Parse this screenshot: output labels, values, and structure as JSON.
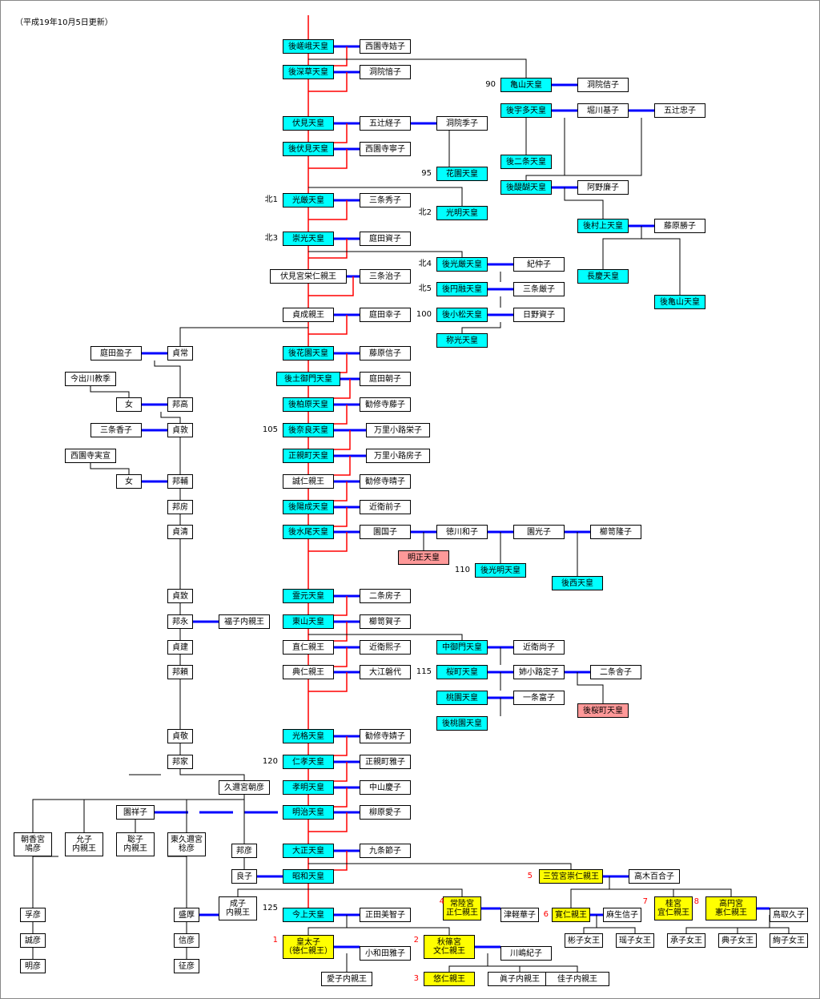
{
  "update_note": "（平成19年10月5日更新）",
  "colors": {
    "emperor_fill": "#00ffff",
    "living_royal_fill": "#ffff00",
    "north_court_fill": "#ff9999",
    "succession_line": "#ff0000",
    "marriage_line": "#0000ff",
    "kinship_line": "#000000",
    "order_number": "#ff0000"
  },
  "entries": {
    "gosaga": "後嵯峨天皇",
    "saionji_kitsushi": "西園寺姞子",
    "gofukakusa": "後深草天皇",
    "toin_inshi": "洞院愔子",
    "kameyama": "亀山天皇",
    "toin_nobuko": "洞院佶子",
    "gouda": "後宇多天皇",
    "horikawa_motoko": "堀川基子",
    "gotsuji_tadako": "五辻忠子",
    "fushimi": "伏見天皇",
    "gotsuji_tsuneko": "五辻経子",
    "toin_sueko": "洞院季子",
    "gofushimi": "後伏見天皇",
    "saionji_neiko": "西園寺寧子",
    "gonijo": "後二条天皇",
    "hanazono": "花園天皇",
    "godaigo": "後醍醐天皇",
    "ano_renshi": "阿野廉子",
    "kogon": "光厳天皇",
    "sanjo_hideko": "三条秀子",
    "komyo": "光明天皇",
    "gomurakami": "後村上天皇",
    "fujiwara_katsuko": "藤原勝子",
    "suko": "崇光天皇",
    "niwata_sukeko": "庭田資子",
    "gokogon": "後光厳天皇",
    "ki_nakako": "紀仲子",
    "chokei": "長慶天皇",
    "yoshihito": "伏見宮栄仁親王",
    "sanjo_haruko": "三条治子",
    "goenyu": "後円融天皇",
    "sanjo_itsuko": "三条厳子",
    "gokameyama": "後亀山天皇",
    "sadafusa": "貞成親王",
    "niwata_yukiko": "庭田幸子",
    "gokomatsu": "後小松天皇",
    "hino_sukeko": "日野資子",
    "shoko": "称光天皇",
    "niwata_eiko": "庭田盈子",
    "sadatsune": "貞常",
    "gohanazono": "後花園天皇",
    "fujiwara_nobuko": "藤原信子",
    "imadegawa_kazusue": "今出川教季",
    "gotsuchimikado": "後土御門天皇",
    "niwata_asako": "庭田朝子",
    "musume1": "女",
    "kunitaka": "邦高",
    "gokashiwabara": "後柏原天皇",
    "kajuji_fujiko": "勧修寺藤子",
    "sanjo_kaoruko": "三条香子",
    "sadaatsu": "貞敦",
    "gonara": "後奈良天皇",
    "madenokoji_eiko": "万里小路栄子",
    "saionji_sanenobu": "西園寺実宣",
    "ogimachi": "正親町天皇",
    "madenokoji_fusako": "万里小路房子",
    "musume2": "女",
    "kunisuke": "邦輔",
    "sanehito": "誠仁親王",
    "kajuji_haruko": "勧修寺晴子",
    "kunifusa": "邦房",
    "goyozei": "後陽成天皇",
    "konoe_sakiko": "近衛前子",
    "sadakiyo": "貞清",
    "gomizunoo": "後水尾天皇",
    "sonokuniko": "園国子",
    "tokugawa_kazuko": "徳川和子",
    "sono_mitsuko": "園光子",
    "kushige_takako": "櫛笥隆子",
    "meisho": "明正天皇",
    "gokomyo": "後光明天皇",
    "gosai": "後西天皇",
    "sadamune": "貞致",
    "reigen": "霊元天皇",
    "nijo_fusako": "二条房子",
    "kuninaga": "邦永",
    "fukuko": "福子内親王",
    "higashiyama": "東山天皇",
    "kushige_yoshiko": "櫛笥賀子",
    "sadatake": "貞建",
    "naohito": "直仁親王",
    "konoe_hiroko": "近衛熙子",
    "nakamikado": "中御門天皇",
    "konoe_hisako": "近衛尚子",
    "kuniyori": "邦頼",
    "sukehito": "典仁親王",
    "oe_iwashiro": "大江磐代",
    "sakuramachi": "桜町天皇",
    "anekoji_sadako": "姉小路定子",
    "nijo_ieko": "二条舎子",
    "momozono": "桃園天皇",
    "ichijo_tomiko": "一条富子",
    "gosakuramachi": "後桜町天皇",
    "gomomozono": "後桃園天皇",
    "sadayoshi": "貞敬",
    "kokaku": "光格天皇",
    "kajuji_tadako": "勧修寺婧子",
    "kunie": "邦家",
    "ninko": "仁孝天皇",
    "ogimachi_naoko": "正親町雅子",
    "asahiko": "久邇宮朝彦",
    "komei": "孝明天皇",
    "nakayama_yoshiko": "中山慶子",
    "sono_shoko": "園祥子",
    "meiji": "明治天皇",
    "yanagihara_naruko": "柳原愛子",
    "asaka_yasuhiko": "朝香宮\n鳩彦",
    "fumiko_naishinno": "允子\n内親王",
    "toshiko_naishinno": "聡子\n内親王",
    "higashikuni_naruhiko": "東久邇宮\n稔彦",
    "kuniyoshi": "邦彦",
    "taisho": "大正天皇",
    "kujo_sadako": "九条節子",
    "mikasa": "三笠宮崇仁親王",
    "takagi_yuriko": "高木百合子",
    "nagako": "良子",
    "showa": "昭和天皇",
    "hitachi": "常陸宮\n正仁親王",
    "tsugaru_hanako": "津軽華子",
    "takahito_mikasa": "寛仁親王",
    "aso_nobuko": "麻生信子",
    "katsura": "桂宮\n宜仁親王",
    "takamado": "高円宮\n憲仁親王",
    "tottori_hisako": "鳥取久子",
    "takahiko": "孚彦",
    "morihiro": "盛厚",
    "shigeko": "成子\n内親王",
    "kinjo": "今上天皇",
    "shoda_michiko": "正田美智子",
    "makoto": "誠彦",
    "nobuhiko": "信彦",
    "kotaishi": "皇太子\n（徳仁親王）",
    "owada_masako": "小和田雅子",
    "akishino": "秋篠宮\n文仁親王",
    "kawashima_kiko": "川嶋紀子",
    "akihiko": "明彦",
    "yukihiko": "征彦",
    "aiko": "愛子内親王",
    "hisahito": "悠仁親王",
    "mako": "眞子内親王",
    "kako": "佳子内親王",
    "akiko": "彬子女王",
    "yoko": "瑶子女王",
    "tsuguko": "承子女王",
    "noriko": "典子女王",
    "ayako": "絢子女王"
  },
  "order_numbers": {
    "n90": "90",
    "n95": "95",
    "n100": "100",
    "n105": "105",
    "n110": "110",
    "n115": "115",
    "n120": "120",
    "n125": "125",
    "k1": "北1",
    "k2": "北2",
    "k3": "北3",
    "k4": "北4",
    "k5": "北5"
  },
  "succession_order": {
    "s1": "1",
    "s2": "2",
    "s3": "3",
    "s4": "4",
    "s5": "5",
    "s6": "6",
    "s7": "7",
    "s8": "8"
  }
}
